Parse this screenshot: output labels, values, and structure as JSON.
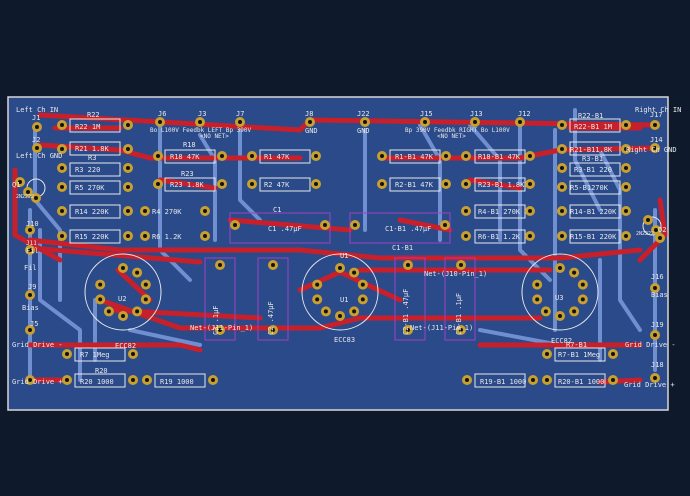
{
  "colors": {
    "background": "#0e1a2b",
    "board": "#2a4a8a",
    "board_edge": "#d8d8d8",
    "front_copper": "#c8202a",
    "back_copper": "#6f8fd0",
    "pad": "#c8a030",
    "hole": "#121212",
    "silk": "#e8e8e8",
    "fab_outline": "#a040c0"
  },
  "labels": {
    "left_ch_in": "Left Ch IN",
    "left_ch_gnd": "Left Ch GND",
    "right_ch_in": "Right Ch IN",
    "right_ch_gnd": "Right Ch GND",
    "fil_a": "Fil",
    "fil_b": "Fil",
    "bias_left": "Bias",
    "bias_right": "Bias",
    "grid_drive_minus_left": "Grid Drive -",
    "grid_drive_plus_left": "Grid Drive +",
    "grid_drive_minus_right": "Grid Drive -",
    "grid_drive_plus_right": "Grid Drive +",
    "no_net_left": "<NO NET>",
    "no_net_right": "<NO NET>",
    "net_j10": "Net-(J10-Pin_1)",
    "net_j11_left": "Net-(J11-Pin_1)",
    "net_j11_right": "Net-(J11-Pin_1)",
    "ecc83": "ECC83",
    "ecc82_left": "ECC82",
    "ecc82_right": "ECC82",
    "j16_right": "J16",
    "j19": "J19",
    "j18": "J18",
    "j17": "J17",
    "j14": "J14",
    "j1": "J1",
    "j2": "J2",
    "j5": "J5",
    "j9": "J9",
    "j10": "J10",
    "j11": "J11",
    "j6": "J6",
    "j3": "J3",
    "j7": "J7",
    "j8": "J8",
    "j22": "J22",
    "j15": "J15",
    "j13": "J13",
    "j12": "J12",
    "gnd_j8": "GND",
    "gnd_j22": "GND",
    "q1": "Q1",
    "q2": "Q2",
    "q1_part": "2N2222",
    "q2_part": "2N2222",
    "pad_text_left": "Bo L100V Feedbk LEFT Bp 390V",
    "pad_text_right": "Bp 390V Feedbk RIGHT Bo L100V"
  },
  "components": {
    "r22": "R22",
    "r22_v": "R22 1M",
    "r21_v": "R21 1.8K",
    "r3": "R3",
    "r3_v": "R3 220",
    "r5_v": "R5 270K",
    "r14_v": "R14 220K",
    "r15_v": "R15 220K",
    "r18": "R18",
    "r18_v": "R18 47K",
    "r1_v": "R1 47K",
    "r23": "R23",
    "r23_v": "R23 1.8K",
    "r2_v": "R2 47K",
    "r4_v": "R4 270K",
    "r6_v": "R6 1.2K",
    "c1": "C1",
    "c1_v": "C1 .47µF",
    "c3_v": "C3 .1µF",
    "c2_v": "C2 .47µF",
    "u1": "U1",
    "u2": "U2",
    "u3": "U3",
    "r7_v": "R7 1Meg",
    "r20": "R20",
    "r20_v": "R20 1000",
    "r19_v": "R19 1000",
    "r22b1": "R22-B1",
    "r22b1_v": "R22-B1 1M",
    "r21b1_v": "R21-B11.8K",
    "r3b1": "R3-B1",
    "r3b1_v": "R3-B1 220",
    "r5b1_v": "R5-B1270K",
    "r14b1_v": "R14-B1 220K",
    "r15b1_v": "R15-B1 220K",
    "r1b1_v": "R1-B1 47K",
    "r2b1_v": "R2-B1 47K",
    "r18b1_v": "R18-B1 47K",
    "r23b1_v": "R23-B1 1.8K",
    "r4b1_v": "R4-B1 270K",
    "r6b1_v": "R6-B1 1.2K",
    "c1b1_v": "C1-B1 .47µF",
    "c1b1": "C1-B1",
    "c2b1_v": "C2-B1 .47µF",
    "c3b1_v": "C3-B1 .1µF",
    "r7b1_v": "R7-B1 1Meg",
    "r7b1": "R7-B1",
    "r19b1_v": "R19-B1 1000",
    "r20b1_v": "R20-B1 1000"
  }
}
